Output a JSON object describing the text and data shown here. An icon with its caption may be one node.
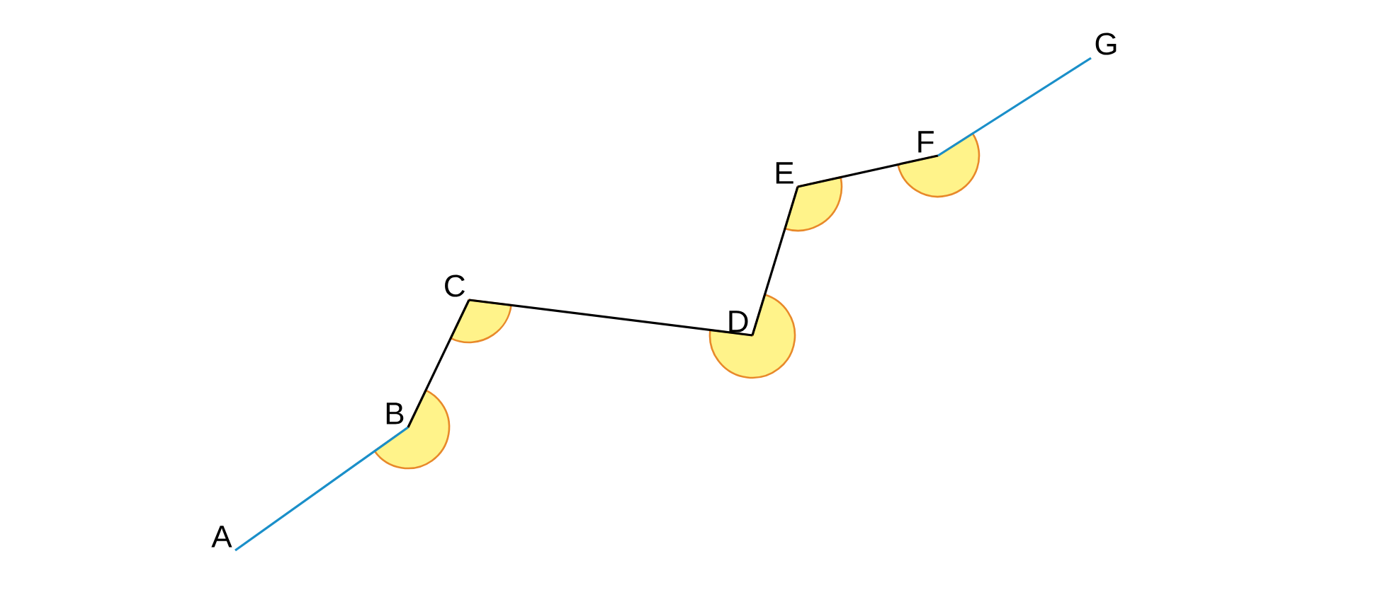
{
  "diagram": {
    "nodes": [
      {
        "text": [
          "A"
        ]
      },
      {
        "text": [
          "B"
        ]
      },
      {
        "text": [
          "C"
        ]
      },
      {
        "text": [
          "D"
        ]
      },
      {
        "text": [
          "E"
        ]
      },
      {
        "text": [
          "F"
        ]
      },
      {
        "text": [
          "G"
        ]
      }
    ],
    "edges": [
      {
        "from": 0,
        "to": 1,
        "arrow": "none",
        "color": "#1a8fc9"
      },
      {
        "from": 1,
        "to": 2,
        "arrow": "none"
      },
      {
        "from": 2,
        "to": 3,
        "arrow": "none"
      },
      {
        "from": 3,
        "to": 4,
        "arrow": "none"
      },
      {
        "from": 4,
        "to": 5,
        "arrow": "none"
      },
      {
        "from": 5,
        "to": 6,
        "arrow": "none",
        "color": "#1a8fc9"
      }
    ]
  }
}
